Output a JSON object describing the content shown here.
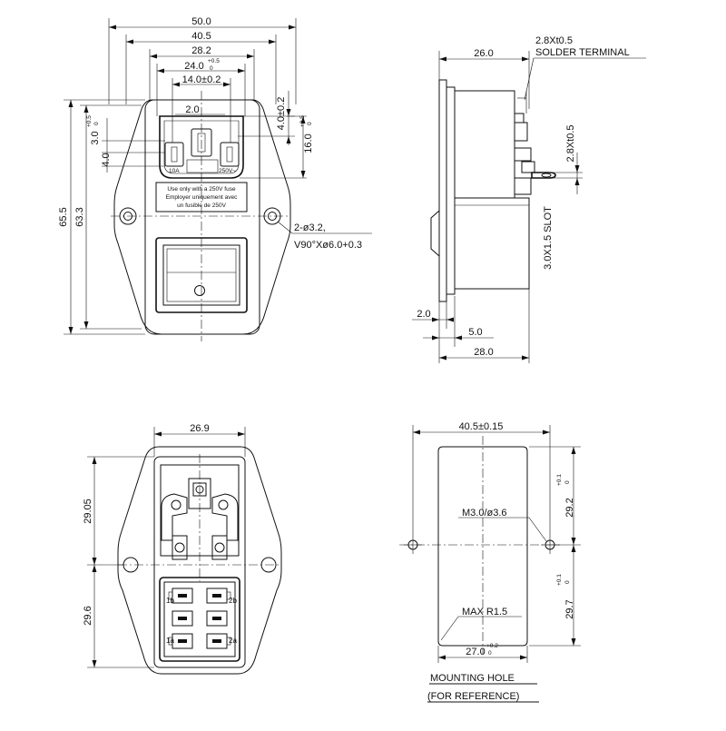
{
  "front_view": {
    "dims": {
      "w_50": "50.0",
      "w_405": "40.5",
      "w_282": "28.2",
      "w_24": "24.0",
      "w_24_tol": "+0.5",
      "w_24_tol2": "0",
      "w_14": "14.0±0.2",
      "w_2": "2.0",
      "h_655": "65.5",
      "h_633": "63.3",
      "h_3": "3.0",
      "h_3_tol": "+0.5",
      "h_3_tol2": "0",
      "h_4": "4.0",
      "h_4_02": "4.0±0.2",
      "h_16": "16.0",
      "h_16_tol": "+0.5",
      "h_16_tol2": "0",
      "hole_a": "2-ø3.2,",
      "hole_b": "V90°Xø6.0+0.3"
    },
    "labels": {
      "rating_a": "10A",
      "rating_v": "250V~",
      "fuse_1": "Use only with a 250V fuse",
      "fuse_2": "Employer uniquement avec",
      "fuse_3": "un fusible de 250V"
    }
  },
  "side_view": {
    "dims": {
      "d_26": "26.0",
      "terminal_a": "2.8Xt0.5",
      "terminal_b": "SOLDER TERMINAL",
      "t_28": "2.8Xt0.5",
      "slot": "3.0X1.5 SLOT",
      "d_2": "2.0",
      "d_5": "5.0",
      "d_28": "28.0"
    }
  },
  "rear_view": {
    "dims": {
      "w_269": "26.9",
      "h_2905": "29.05",
      "h_296": "29.6"
    },
    "labels": {
      "t_1b": "1b",
      "t_2b": "2b",
      "t_1a": "1a",
      "t_2a": "2a"
    }
  },
  "mounting_hole": {
    "dims": {
      "w_405": "40.5±0.15",
      "h_292": "29.2",
      "h_292_tol": "+0.1",
      "h_292_tol2": "0",
      "h_297": "29.7",
      "h_297_tol": "+0.1",
      "h_297_tol2": "0",
      "w_27": "27.0",
      "w_27_tol": "+0.2",
      "w_27_tol2": "0",
      "screw": "M3.0/ø3.6",
      "radius": "MAX R1.5"
    },
    "title_1": "MOUNTING HOLE",
    "title_2": "(FOR REFERENCE)"
  }
}
